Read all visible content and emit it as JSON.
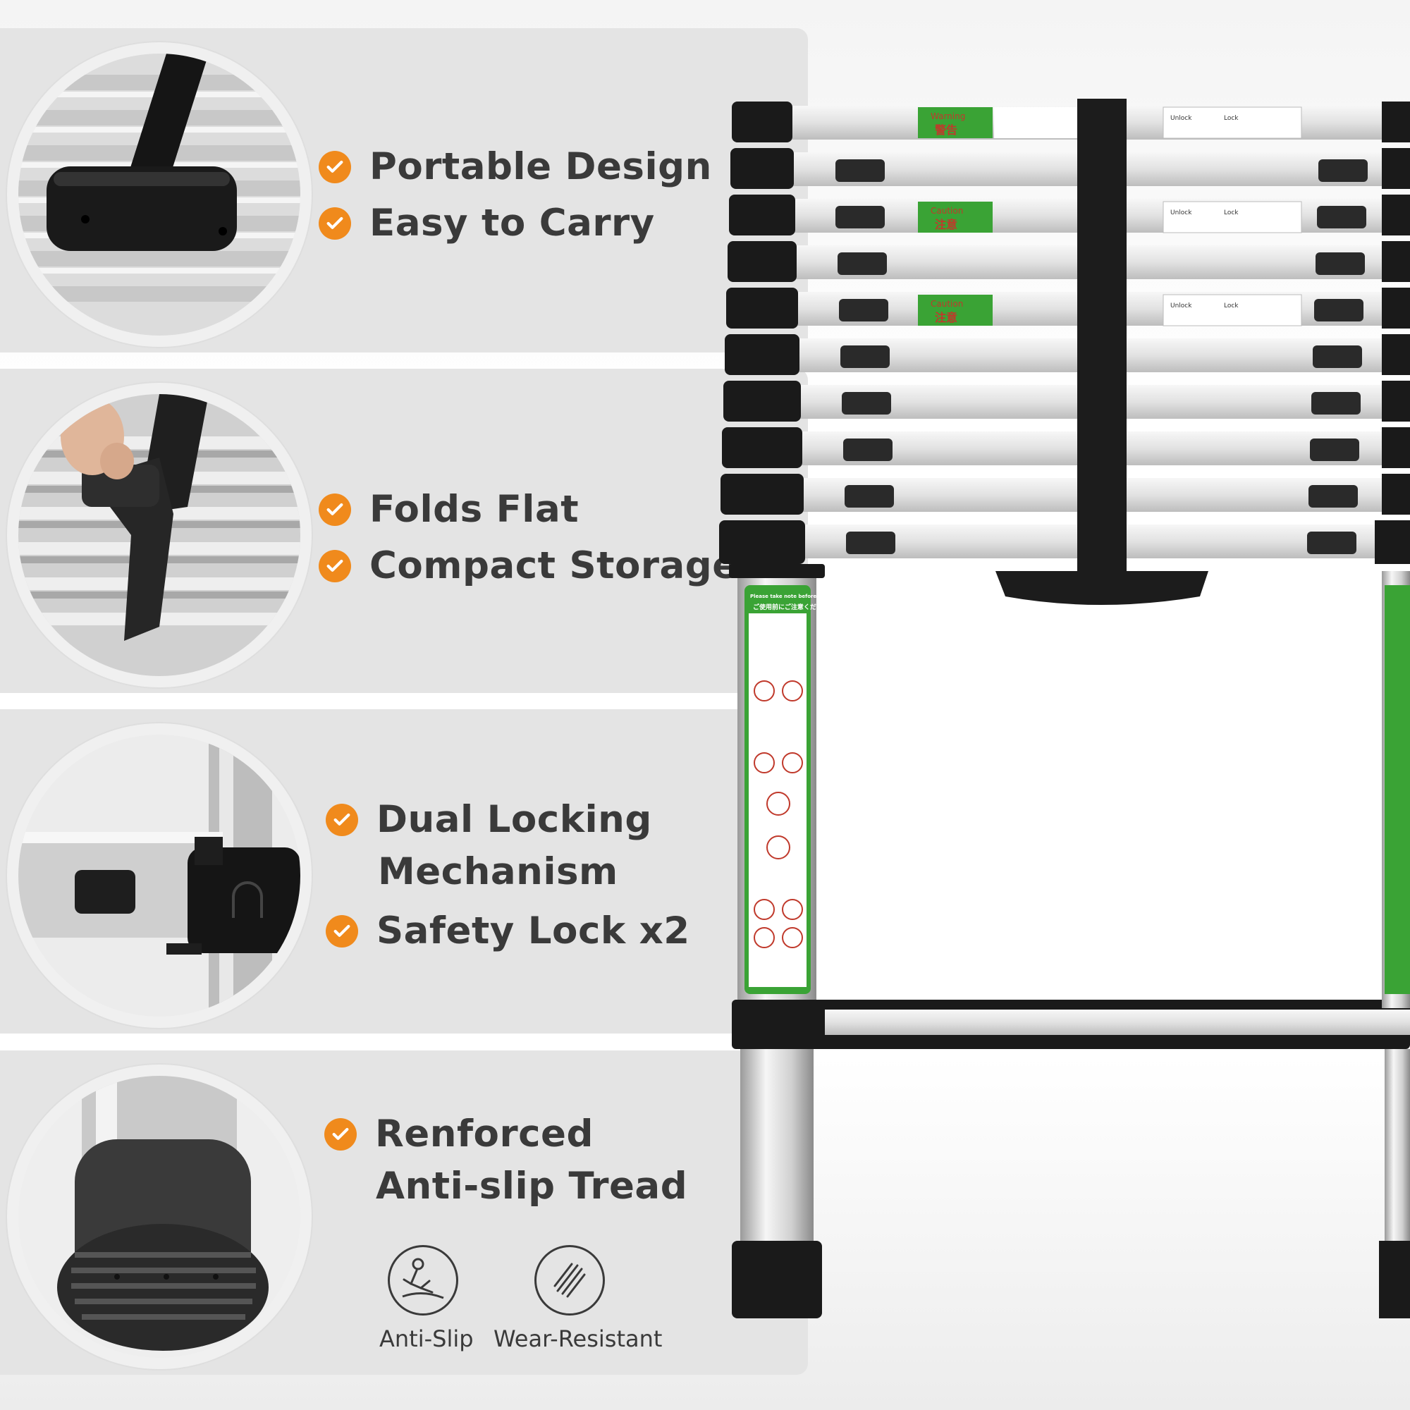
{
  "colors": {
    "accent": "#f08a1c",
    "text": "#3a3a3a",
    "panel": "#e4e4e4"
  },
  "features": {
    "portable": "Portable Design",
    "carry": "Easy to Carry",
    "folds": "Folds Flat",
    "storage": "Compact Storage",
    "dual_1": "Dual Locking",
    "dual_2": "Mechanism",
    "safety": "Safety Lock x2",
    "reinforced_1": "Renforced",
    "reinforced_2": "Anti-slip Tread"
  },
  "badges": {
    "anti_slip": {
      "label": "Anti-Slip",
      "icon": "slipping-person-icon"
    },
    "wear": {
      "label": "Wear-Resistant",
      "icon": "hatched-surface-icon"
    }
  },
  "labels": {
    "warning_en": "Warning",
    "warning_jp": "警告",
    "caution_en": "Caution",
    "caution_jp": "注意",
    "unlock": "Unlock",
    "lock": "Lock",
    "note_en": "Please take note before use.",
    "note_jp": "ご使用前にご注意ください。"
  }
}
